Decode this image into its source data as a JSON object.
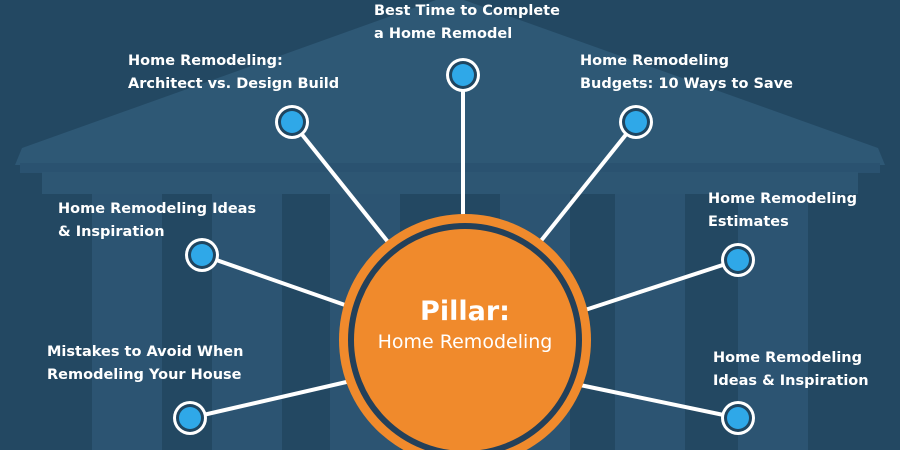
{
  "center": {
    "title": "Pillar:",
    "subtitle": "Home Remodeling"
  },
  "nodes": [
    {
      "line1": "Best Time to Complete",
      "line2": "a Home Remodel"
    },
    {
      "line1": "Home Remodeling:",
      "line2": "Architect vs. Design Build"
    },
    {
      "line1": "Home Remodeling",
      "line2": "Budgets: 10 Ways to Save"
    },
    {
      "line1": "Home Remodeling Ideas",
      "line2": "& Inspiration"
    },
    {
      "line1": "Home Remodeling",
      "line2": "Estimates"
    },
    {
      "line1": "Mistakes to Avoid When",
      "line2": "Remodeling Your House"
    },
    {
      "line1": "Home Remodeling",
      "line2": "Ideas & Inspiration"
    }
  ],
  "colors": {
    "background": "#234862",
    "building": "#2f5a78",
    "building_shadow": "#1f3f58",
    "accent_orange": "#f08a2c",
    "node_blue": "#2fa8e8",
    "connector": "#ffffff",
    "text": "#ffffff"
  }
}
